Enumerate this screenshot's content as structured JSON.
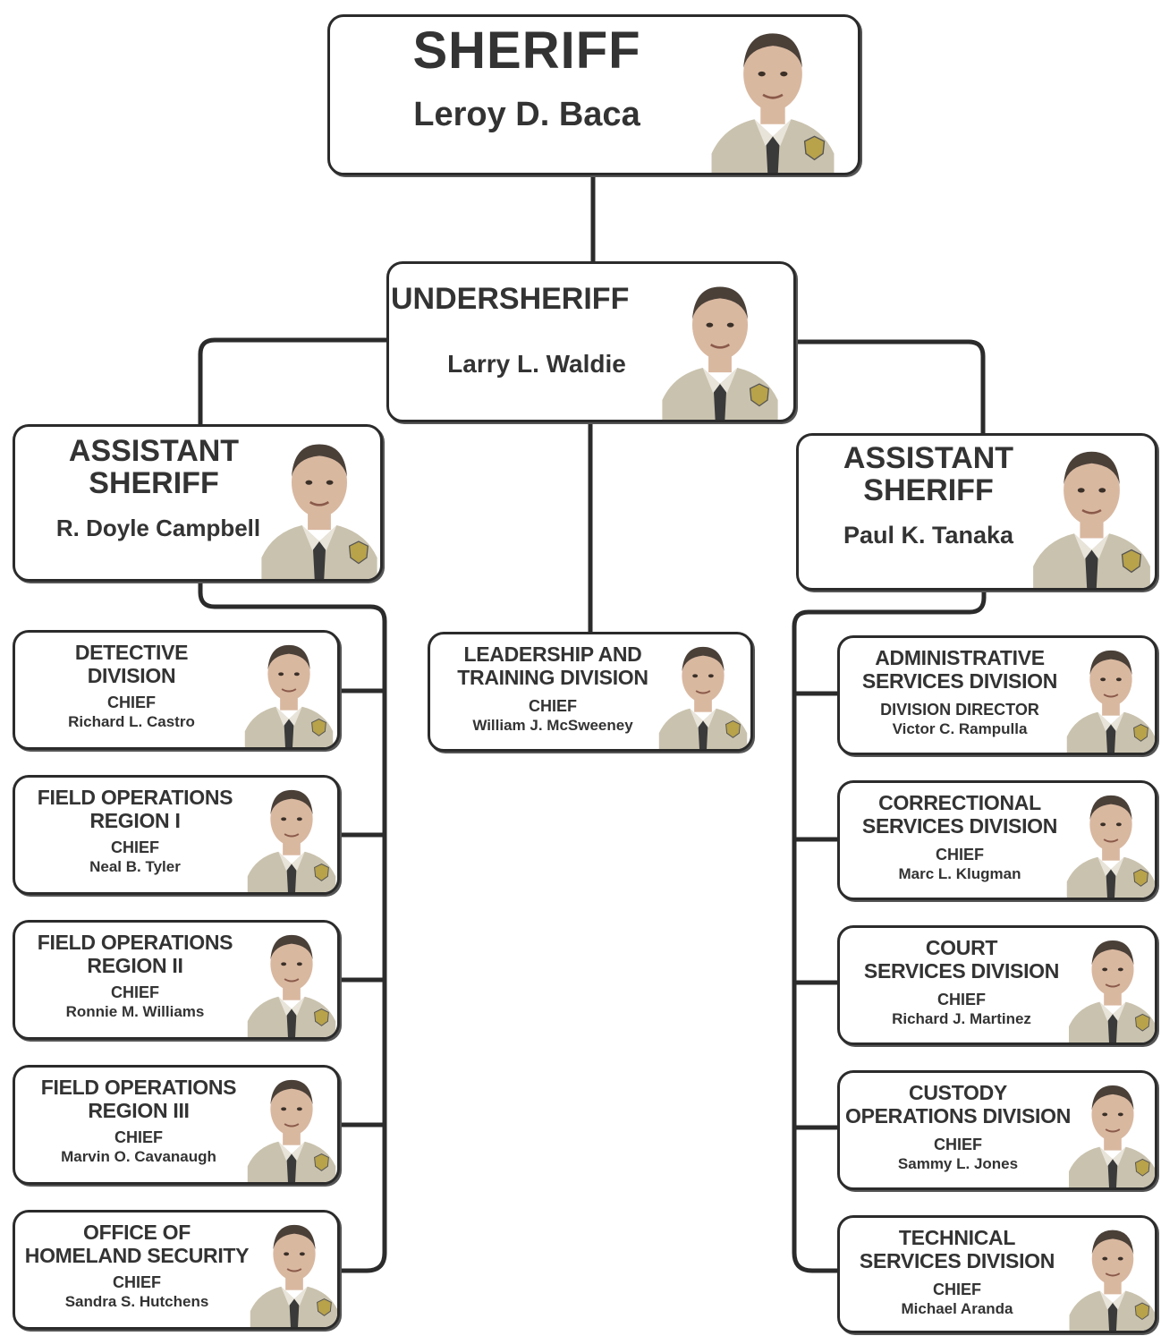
{
  "sheriff": {
    "title": "SHERIFF",
    "name": "Leroy D. Baca"
  },
  "undersheriff": {
    "title": "UNDERSHERIFF",
    "name": "Larry L. Waldie"
  },
  "assistant_left": {
    "title_line1": "ASSISTANT",
    "title_line2": "SHERIFF",
    "name": "R. Doyle Campbell"
  },
  "assistant_right": {
    "title_line1": "ASSISTANT",
    "title_line2": "SHERIFF",
    "name": "Paul K. Tanaka"
  },
  "leadership": {
    "line1": "LEADERSHIP AND",
    "line2": "TRAINING DIVISION",
    "role": "CHIEF",
    "name": "William J. McSweeney"
  },
  "left_divisions": [
    {
      "line1": "DETECTIVE",
      "line2": "DIVISION",
      "role": "CHIEF",
      "name": "Richard L. Castro"
    },
    {
      "line1": "FIELD OPERATIONS",
      "line2": "REGION I",
      "role": "CHIEF",
      "name": "Neal B. Tyler"
    },
    {
      "line1": "FIELD OPERATIONS",
      "line2": "REGION II",
      "role": "CHIEF",
      "name": "Ronnie M. Williams"
    },
    {
      "line1": "FIELD OPERATIONS",
      "line2": "REGION III",
      "role": "CHIEF",
      "name": "Marvin O. Cavanaugh"
    },
    {
      "line1": "OFFICE OF",
      "line2": "HOMELAND SECURITY",
      "role": "CHIEF",
      "name": "Sandra S. Hutchens"
    }
  ],
  "right_divisions": [
    {
      "line1": "ADMINISTRATIVE",
      "line2": "SERVICES DIVISION",
      "role": "DIVISION DIRECTOR",
      "name": "Victor C. Rampulla"
    },
    {
      "line1": "CORRECTIONAL",
      "line2": "SERVICES DIVISION",
      "role": "CHIEF",
      "name": "Marc L. Klugman"
    },
    {
      "line1": "COURT",
      "line2": "SERVICES DIVISION",
      "role": "CHIEF",
      "name": "Richard J. Martinez"
    },
    {
      "line1": "CUSTODY",
      "line2": "OPERATIONS DIVISION",
      "role": "CHIEF",
      "name": "Sammy L. Jones"
    },
    {
      "line1": "TECHNICAL",
      "line2": "SERVICES DIVISION",
      "role": "CHIEF",
      "name": "Michael Aranda"
    }
  ],
  "colors": {
    "line": "#2b2b2b",
    "text": "#333333",
    "uniform": "#c9c2ae",
    "skin": "#d9b8a0",
    "hair": "#4a4038"
  }
}
